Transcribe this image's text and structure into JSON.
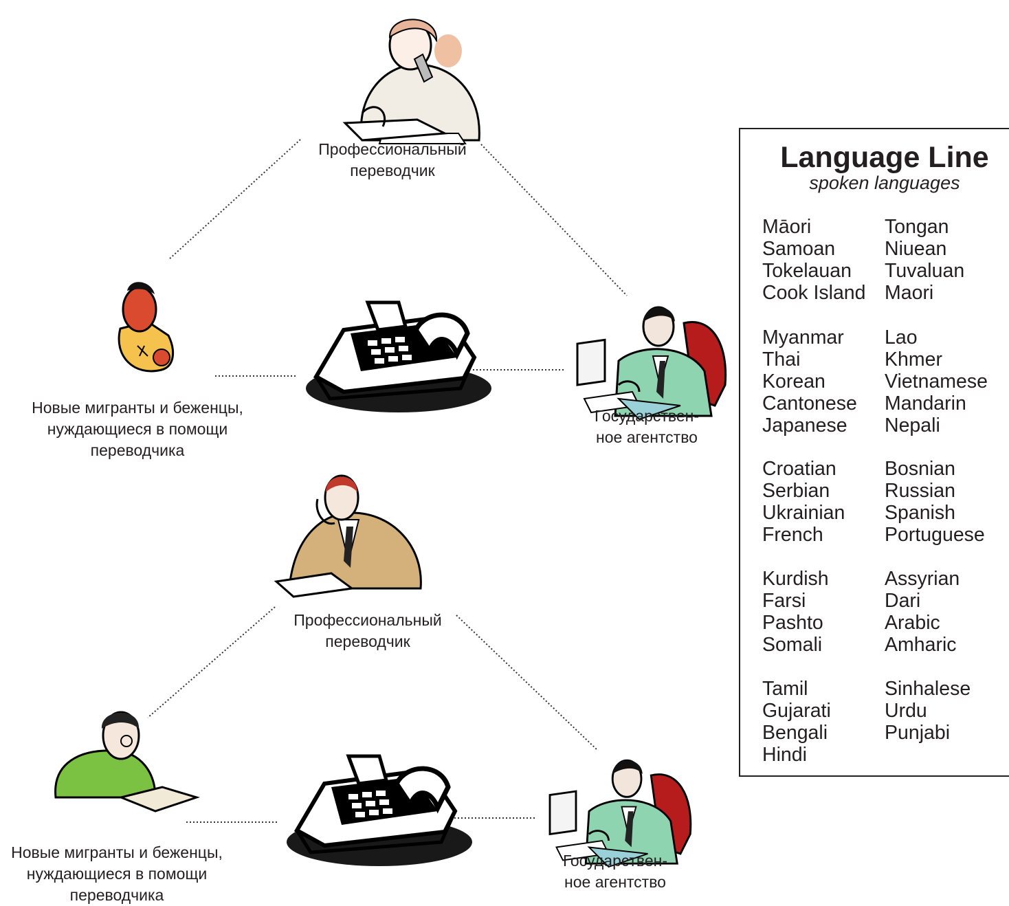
{
  "diagram_top": {
    "interpreter_label": "Профессиональный переводчик",
    "client_label": "Новые мигранты и беженцы, нуждающиеся в помощи переводчика",
    "agency_label": "Государствен- ное агентство"
  },
  "diagram_bottom": {
    "interpreter_label": "Профессиональный переводчик",
    "client_label": "Новые мигранты и беженцы, нуждающиеся в помощи переводчика",
    "agency_label": "Государствен- ное агентство"
  },
  "language_panel": {
    "title": "Language Line",
    "subtitle": "spoken languages",
    "groups": [
      [
        [
          "Māori",
          "Tongan"
        ],
        [
          "Samoan",
          "Niuean"
        ],
        [
          "Tokelauan",
          "Tuvaluan"
        ],
        [
          "Cook Island",
          "Maori"
        ]
      ],
      [
        [
          "Myanmar",
          "Lao"
        ],
        [
          "Thai",
          "Khmer"
        ],
        [
          "Korean",
          "Vietnamese"
        ],
        [
          "Cantonese",
          "Mandarin"
        ],
        [
          "Japanese",
          "Nepali"
        ]
      ],
      [
        [
          "Croatian",
          "Bosnian"
        ],
        [
          "Serbian",
          "Russian"
        ],
        [
          "Ukrainian",
          "Spanish"
        ],
        [
          "French",
          "Portuguese"
        ]
      ],
      [
        [
          "Kurdish",
          "Assyrian"
        ],
        [
          "Farsi",
          "Dari"
        ],
        [
          "Pashto",
          "Arabic"
        ],
        [
          "Somali",
          "Amharic"
        ]
      ],
      [
        [
          "Tamil",
          "Sinhalese"
        ],
        [
          "Gujarati",
          "Urdu"
        ],
        [
          "Bengali",
          "Punjabi"
        ],
        [
          "Hindi",
          ""
        ]
      ]
    ]
  },
  "icons": {
    "top_interpreter": "woman-on-phone-icon",
    "top_client": "migrant-person-icon",
    "top_phone": "desk-telephone-icon",
    "top_agency": "office-worker-computer-icon",
    "bottom_interpreter": "man-on-phone-icon",
    "bottom_client": "reading-person-icon",
    "bottom_phone": "desk-telephone-icon",
    "bottom_agency": "office-worker-computer-icon"
  }
}
